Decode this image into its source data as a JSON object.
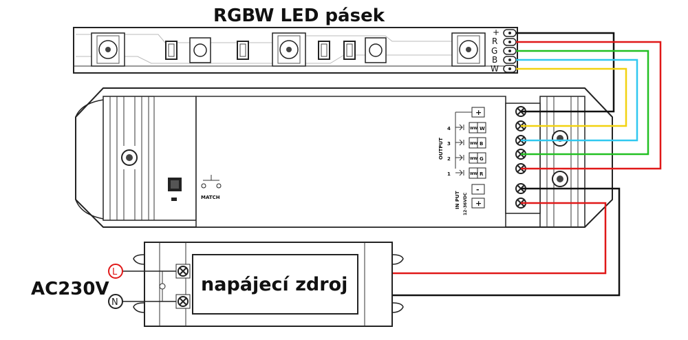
{
  "title": "RGBW LED pásek",
  "power_supply_label": "napájecí zdroj",
  "ac_label": "AC230V",
  "live_label": "L",
  "neutral_label": "N",
  "strip_pins": [
    "+",
    "R",
    "G",
    "B",
    "W"
  ],
  "match_label": "MATCH",
  "output_label": "OUTPUT",
  "input_label": "IN PUT",
  "input_voltage": "12-36VDC",
  "channel_numbers": [
    "4",
    "3",
    "2",
    "1"
  ],
  "channel_codes": [
    "W",
    "B",
    "G",
    "R"
  ],
  "ww_label": "WW",
  "plus_sign": "+",
  "minus_sign": "-",
  "wire_colors": {
    "plus": "#111111",
    "red": "#e01818",
    "green": "#22c022",
    "blue": "#30c8f0",
    "white": "#f2d210",
    "black": "#111111"
  }
}
